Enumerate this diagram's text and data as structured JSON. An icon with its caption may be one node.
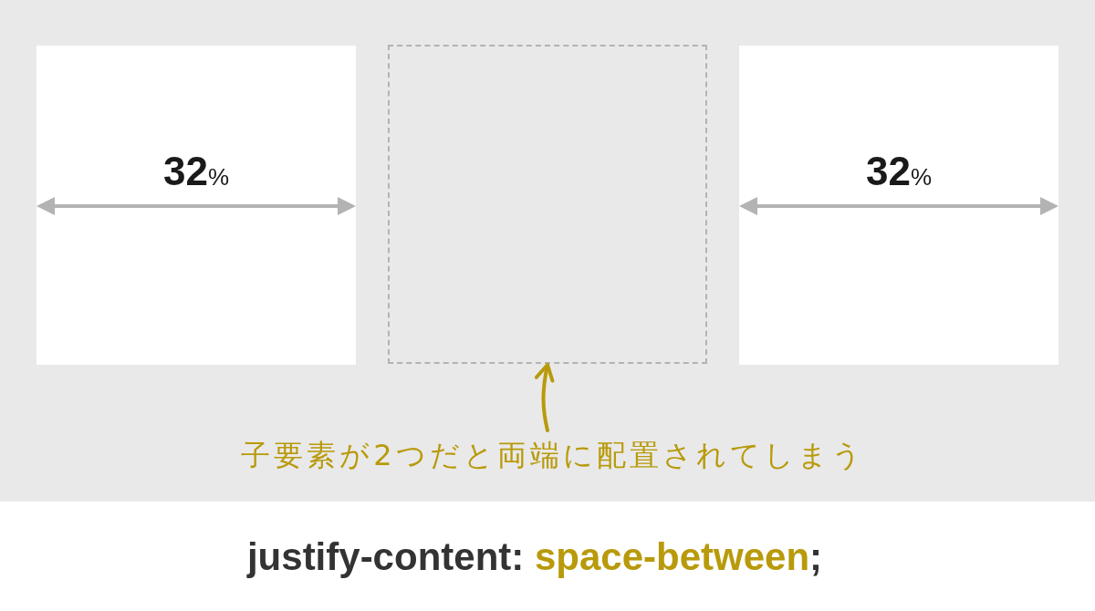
{
  "diagram": {
    "caption": "justify-content: space-between;",
    "nodes": [
      {
        "text": [],
        "shape": "box"
      },
      {
        "text": [],
        "shape": "box"
      },
      {
        "text": [],
        "shape": "box"
      },
      {
        "text": [
          "子要素が2つだと両端に配置されてしまう"
        ]
      }
    ],
    "edges": [
      {
        "from": 3,
        "to": 1,
        "arrow": "to"
      }
    ],
    "labels": [
      "32%",
      "32%"
    ]
  }
}
